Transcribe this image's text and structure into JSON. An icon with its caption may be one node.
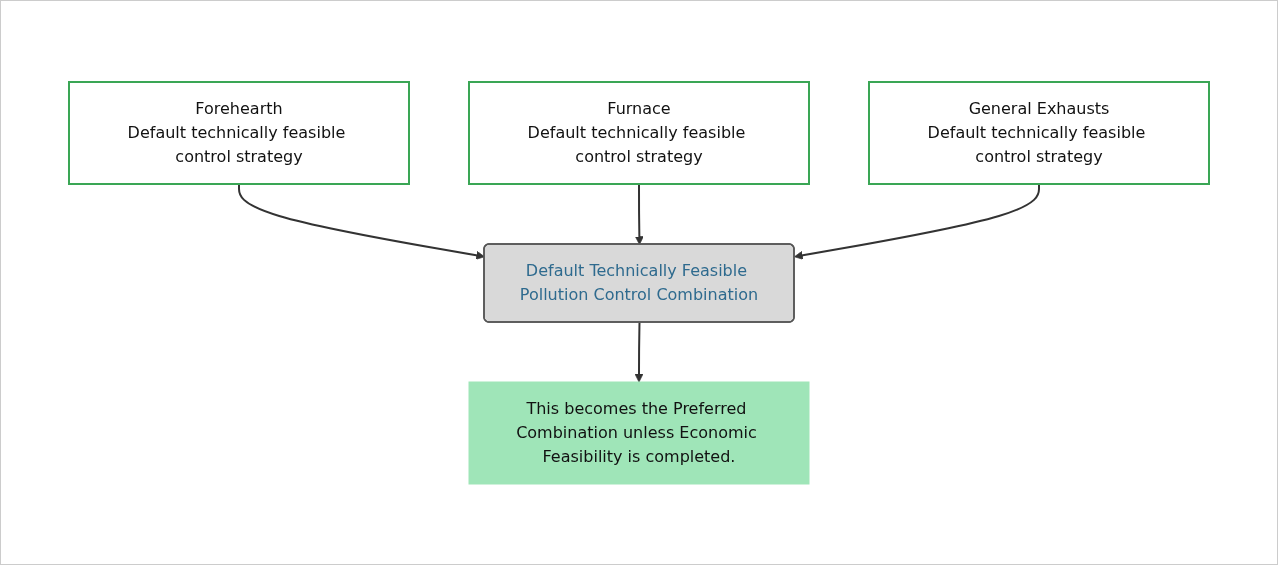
{
  "diagram": {
    "nodes": [
      {
        "text": [
          "Forehearth",
          "Default technically feasible control strategy"
        ]
      },
      {
        "text": [
          "Furnace",
          "Default technically feasible control strategy"
        ]
      },
      {
        "text": [
          "Default Technically Feasible Pollution Control Combination"
        ]
      },
      {
        "text": [
          "General Exhausts",
          "Default technically feasible control strategy"
        ]
      },
      {
        "text": [
          "This becomes the Preferred Combination unless Economic Feasibility is completed."
        ]
      }
    ],
    "edges": [
      {
        "from": 0,
        "to": 2,
        "arrow": "to"
      },
      {
        "from": 1,
        "to": 2,
        "arrow": "to"
      },
      {
        "from": 3,
        "to": 2,
        "arrow": "to"
      },
      {
        "from": 2,
        "to": 4,
        "arrow": "to"
      }
    ]
  }
}
